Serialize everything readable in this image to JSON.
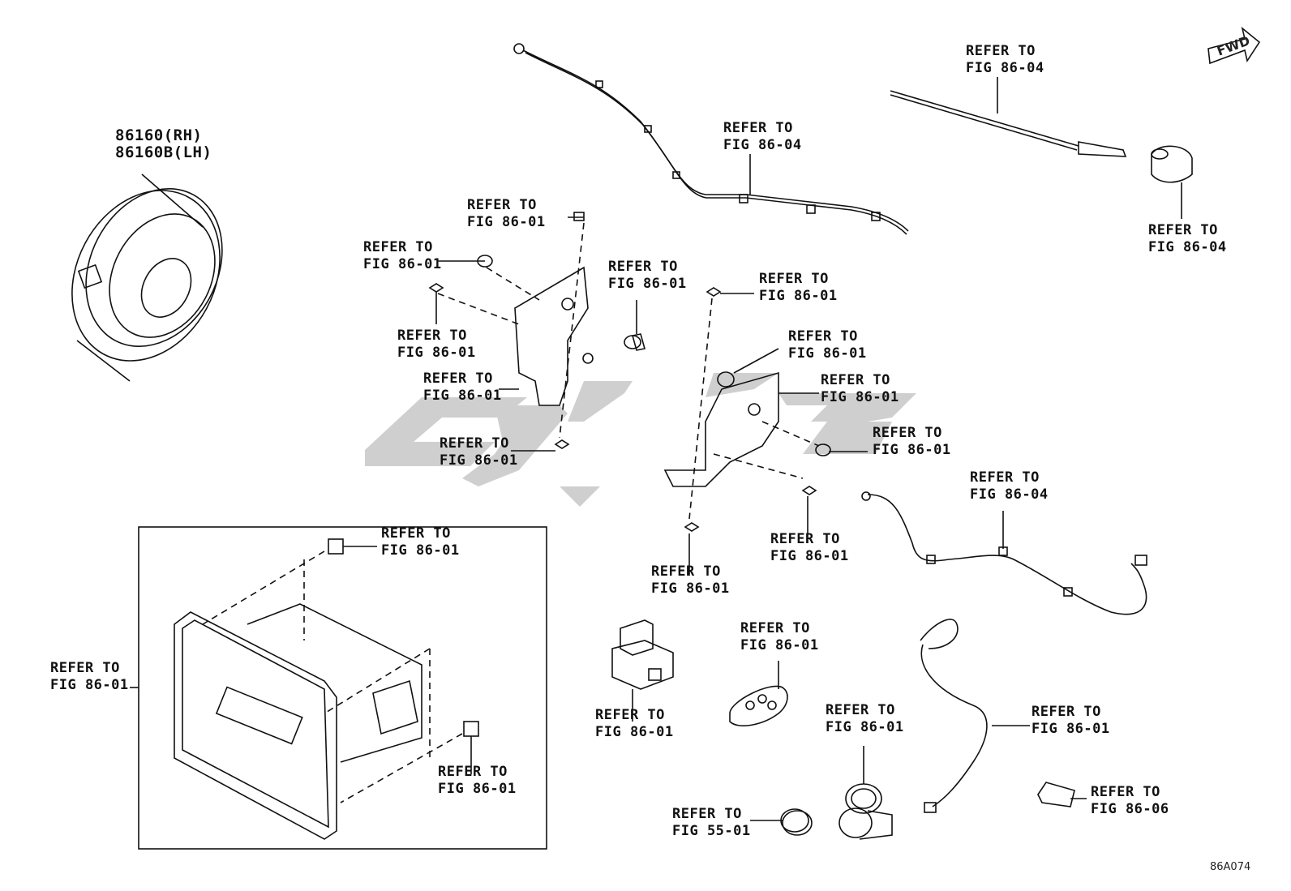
{
  "diagram": {
    "code": "86A074",
    "fwd_text": "FWD",
    "watermark_color": "#cfcfcf",
    "line_color": "#111111"
  },
  "labels": {
    "speaker_part_rh": "86160(RH)",
    "speaker_part_lh": "86160B(LH)",
    "ref_antenna_rod": [
      "REFER TO",
      "FIG 86-04"
    ],
    "ref_antenna_base": [
      "REFER TO",
      "FIG 86-04"
    ],
    "ref_top_cable": [
      "REFER TO",
      "FIG 86-04"
    ],
    "ref_clip_top_left": [
      "REFER TO",
      "FIG 86-01"
    ],
    "ref_nut_left": [
      "REFER TO",
      "FIG 86-01"
    ],
    "ref_screw_left": [
      "REFER TO",
      "FIG 86-01"
    ],
    "ref_bracket_left": [
      "REFER TO",
      "FIG 86-01"
    ],
    "ref_bolt_left_bottom": [
      "REFER TO",
      "FIG 86-01"
    ],
    "ref_grommet_mid": [
      "REFER TO",
      "FIG 86-01"
    ],
    "ref_clip_right_top": [
      "REFER TO",
      "FIG 86-01"
    ],
    "ref_grommet_right": [
      "REFER TO",
      "FIG 86-01"
    ],
    "ref_bracket_right": [
      "REFER TO",
      "FIG 86-01"
    ],
    "ref_nut_right": [
      "REFER TO",
      "FIG 86-01"
    ],
    "ref_screw_right": [
      "REFER TO",
      "FIG 86-01"
    ],
    "ref_bolt_right_bottom": [
      "REFER TO",
      "FIG 86-01"
    ],
    "ref_cable_right": [
      "REFER TO",
      "FIG 86-04"
    ],
    "ref_unit_clip_top": [
      "REFER TO",
      "FIG 86-01"
    ],
    "ref_unit_clip_bottom": [
      "REFER TO",
      "FIG 86-01"
    ],
    "ref_head_unit": [
      "REFER TO",
      "FIG 86-01"
    ],
    "ref_relay": [
      "REFER TO",
      "FIG 86-01"
    ],
    "ref_key_fob": [
      "REFER TO",
      "FIG 86-01"
    ],
    "ref_sensor": [
      "REFER TO",
      "FIG 86-01"
    ],
    "ref_button": [
      "REFER TO",
      "FIG 55-01"
    ],
    "ref_harness": [
      "REFER TO",
      "FIG 86-01"
    ],
    "ref_pad": [
      "REFER TO",
      "FIG 86-06"
    ]
  }
}
